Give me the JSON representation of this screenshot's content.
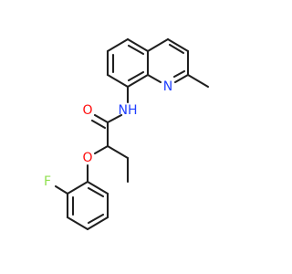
{
  "molecule": {
    "atoms": {
      "nh": {
        "text": "N",
        "sub": "H",
        "color": "#1f3fff"
      },
      "nq": {
        "text": "N",
        "color": "#1f3fff"
      },
      "o_carbonyl": {
        "text": "O",
        "color": "#ff0d0d"
      },
      "o_ether": {
        "text": "O",
        "color": "#ff0d0d"
      },
      "f": {
        "text": "F",
        "color": "#90e050"
      }
    }
  }
}
